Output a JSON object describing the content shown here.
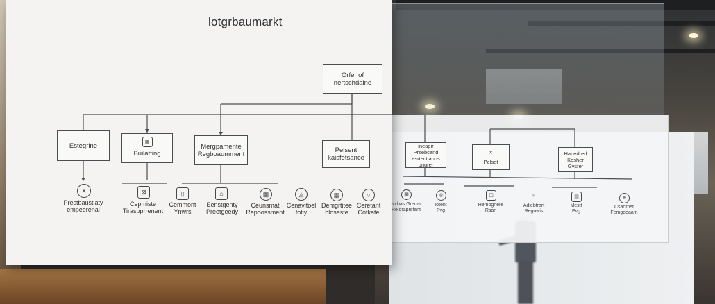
{
  "board_left": {
    "title": "lotgrbaumarkt",
    "root": [
      "Orfer of",
      "nertschdaine"
    ],
    "level1": [
      {
        "lines": [
          "Estegrine"
        ]
      },
      {
        "lines": [
          "Builatting"
        ]
      },
      {
        "lines": [
          "Mergpamente",
          "Regboaumment"
        ]
      },
      {
        "lines": [
          "Pelsent",
          "kaisfetsance"
        ]
      }
    ],
    "leaves": [
      {
        "icon": "scissors-icon",
        "glyph": "✕",
        "lines": [
          "Prestbaustiaty",
          "empeerenal"
        ]
      },
      {
        "icon": "box-icon",
        "glyph": "⊠",
        "lines": [
          "Cepmiste",
          "Tiraspprrenent"
        ]
      },
      {
        "icon": "phone-icon",
        "glyph": "▯",
        "lines": [
          "Cemmont",
          "Ynwrs"
        ]
      },
      {
        "icon": "tag-icon",
        "glyph": "⌂",
        "lines": [
          "Eenstgenty",
          "Preetgeedy"
        ]
      },
      {
        "icon": "grid-icon",
        "glyph": "▦",
        "lines": [
          "Ceunsmat",
          "Repoossment"
        ]
      },
      {
        "icon": "pin-icon",
        "glyph": "◬",
        "lines": [
          "Cenavitoel",
          "fotiy"
        ]
      },
      {
        "icon": "grid2-icon",
        "glyph": "▦",
        "lines": [
          "Demgrtitee",
          "bloseste"
        ]
      },
      {
        "icon": "search-icon",
        "glyph": "○",
        "lines": [
          "Ceretant",
          "Cotkate"
        ]
      }
    ]
  },
  "board_right": {
    "level1": [
      {
        "lines": [
          "ineagir",
          "Prsebcand",
          "esrtectiaons",
          "bnurer"
        ]
      },
      {
        "icon": "fork-icon",
        "glyph": "✕",
        "lines": [
          "Pelset"
        ]
      },
      {
        "lines": [
          "Hanedred",
          "Kesher",
          "Gvsrer"
        ]
      }
    ],
    "leaves": [
      {
        "icon": "grid-icon",
        "glyph": "▦",
        "lines": [
          "Ncbas Grecar",
          "Reidraprsfant"
        ]
      },
      {
        "icon": "globe-icon",
        "glyph": "◎",
        "lines": [
          "Iotent",
          "Pvg"
        ]
      },
      {
        "icon": "cup-icon",
        "glyph": "◫",
        "lines": [
          "Hemognere",
          "Rsan"
        ]
      },
      {
        "icon": "person-icon",
        "glyph": "♀",
        "lines": [
          "Adiebtrart",
          "Reguwis"
        ]
      },
      {
        "icon": "doc-icon",
        "glyph": "▤",
        "lines": [
          "Mestt",
          "Pvg"
        ]
      },
      {
        "icon": "wifi-icon",
        "glyph": "≋",
        "lines": [
          "Csaomet",
          "Femgeeaam"
        ]
      }
    ]
  }
}
